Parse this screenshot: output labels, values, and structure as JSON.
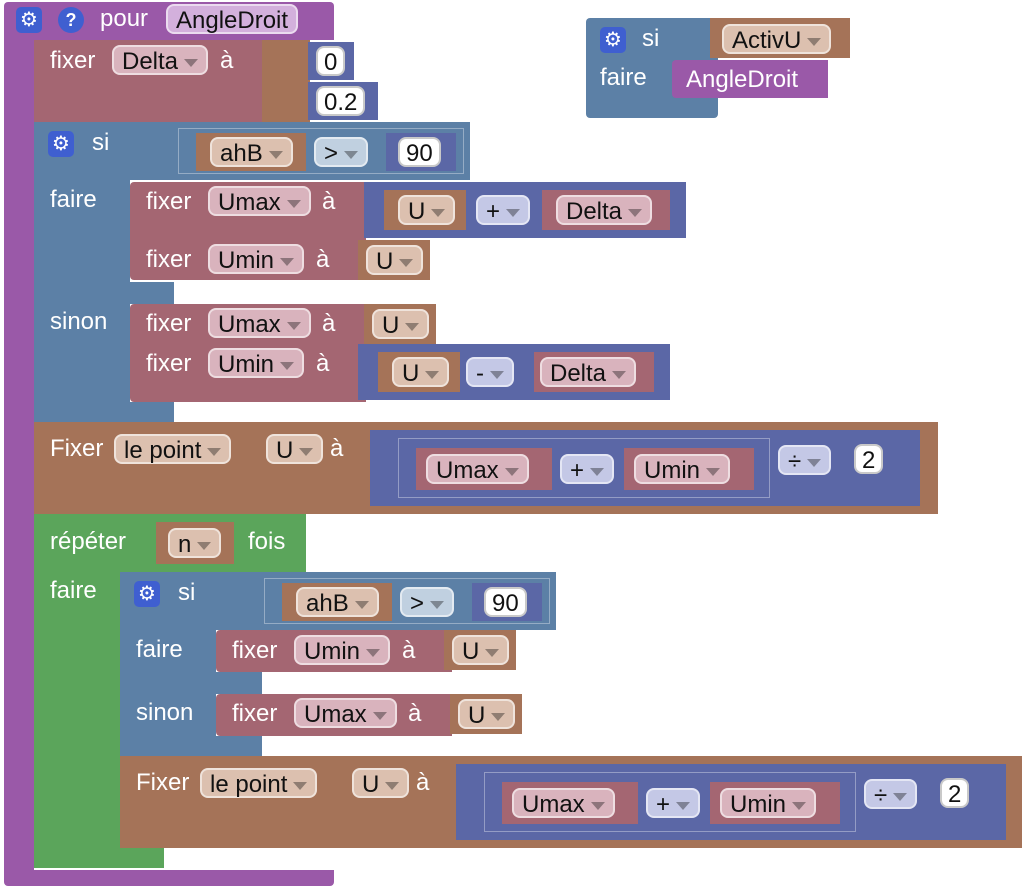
{
  "colors": {
    "procedure": "#9a59a8",
    "variable": "#a46672",
    "variable_light": "#d9b3bd",
    "logic": "#5c80a6",
    "logic_light": "#c0d0e0",
    "math": "#5b67a6",
    "math_light": "#c4c8e6",
    "point": "#a57358",
    "point_light": "#dcc0af",
    "loop": "#5ba55b"
  },
  "icons": {
    "settings": "⚙",
    "help": "?"
  },
  "procedure": {
    "keyword": "pour",
    "name": "AngleDroit"
  },
  "set_delta": {
    "keyword": "fixer",
    "var": "Delta",
    "to": "à",
    "value_a": "0",
    "value_b": "0.2"
  },
  "if1": {
    "if_kw": "si",
    "do_kw": "faire",
    "else_kw": "sinon",
    "cond": {
      "left": "ahB",
      "op": ">",
      "right": "90"
    },
    "then1": {
      "keyword": "fixer",
      "var": "Umax",
      "to": "à",
      "left": "U",
      "op": "+",
      "right": "Delta"
    },
    "then2": {
      "keyword": "fixer",
      "var": "Umin",
      "to": "à",
      "val": "U"
    },
    "else1": {
      "keyword": "fixer",
      "var": "Umax",
      "to": "à",
      "val": "U"
    },
    "else2": {
      "keyword": "fixer",
      "var": "Umin",
      "to": "à",
      "left": "U",
      "op": "-",
      "right": "Delta"
    }
  },
  "setpoint1": {
    "keyword": "Fixer",
    "prop": "le point",
    "target": "U",
    "to": "à",
    "left": "Umax",
    "op": "+",
    "right": "Umin",
    "div_op": "÷",
    "divisor": "2"
  },
  "repeat": {
    "keyword": "répéter",
    "count": "n",
    "times": "fois",
    "do_kw": "faire"
  },
  "if2": {
    "if_kw": "si",
    "do_kw": "faire",
    "else_kw": "sinon",
    "cond": {
      "left": "ahB",
      "op": ">",
      "right": "90"
    },
    "then1": {
      "keyword": "fixer",
      "var": "Umin",
      "to": "à",
      "val": "U"
    },
    "else1": {
      "keyword": "fixer",
      "var": "Umax",
      "to": "à",
      "val": "U"
    }
  },
  "setpoint2": {
    "keyword": "Fixer",
    "prop": "le point",
    "target": "U",
    "to": "à",
    "left": "Umax",
    "op": "+",
    "right": "Umin",
    "div_op": "÷",
    "divisor": "2"
  },
  "trigger": {
    "if_kw": "si",
    "cond": "ActivU",
    "do_kw": "faire",
    "call": "AngleDroit"
  }
}
